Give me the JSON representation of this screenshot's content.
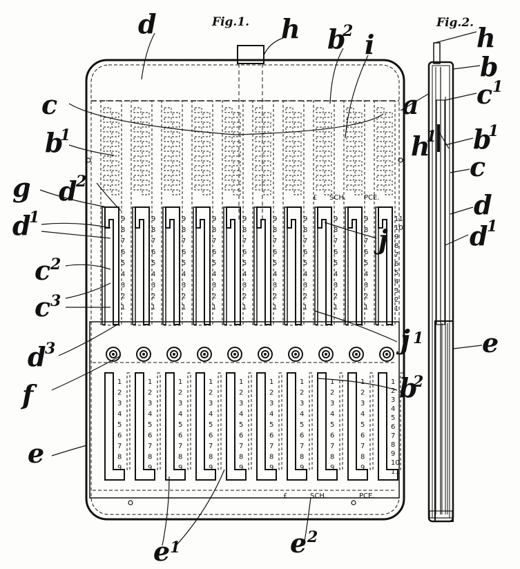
{
  "figures": {
    "fig1_title": "Fig.1.",
    "fig2_title": "Fig.2."
  },
  "labels": {
    "d": "d",
    "h": "h",
    "b2": "b",
    "i": "i",
    "c": "c",
    "b1": "b",
    "g": "g",
    "d2": "d",
    "d1": "d",
    "c2": "c",
    "c3": "c",
    "d3": "d",
    "f": "f",
    "e": "e",
    "j": "j",
    "j1": "j",
    "b2_lower": "b",
    "e1": "e",
    "e2": "e",
    "fig2_h": "h",
    "fig2_b": "b",
    "fig2_a": "a",
    "fig2_c1": "c",
    "fig2_b1": "b",
    "fig2_h1": "h",
    "fig2_c": "c",
    "fig2_d": "d",
    "fig2_d1": "d",
    "fig2_e": "e"
  },
  "superscripts": {
    "b2": "2",
    "b1": "1",
    "d2": "2",
    "d1": "1",
    "c2": "2",
    "c3": "3",
    "d3": "3",
    "j1": "1",
    "b2_lower": "2",
    "e1": "1",
    "e2": "2",
    "fig2_c1": "1",
    "fig2_b1": "1",
    "fig2_h1": "1",
    "fig2_d1": "1"
  },
  "column_heads": {
    "col7": "£",
    "col8": "SCH.",
    "col9": "PCE."
  },
  "bottom_plate": {
    "left": "£",
    "mid": "SCH.",
    "right": "PCE."
  },
  "upper_scale": [
    "9",
    "8",
    "7",
    "6",
    "5",
    "4",
    "3",
    "2",
    "1"
  ],
  "upper_scale_pce": [
    "11",
    "10",
    "9",
    "8",
    "7",
    "6",
    "5",
    "4",
    "3",
    "2",
    "1"
  ],
  "lower_scale": [
    "1",
    "2",
    "3",
    "4",
    "5",
    "6",
    "7",
    "8",
    "9"
  ],
  "lower_scale_pce": [
    "1",
    "2",
    "3",
    "4",
    "5",
    "6",
    "7",
    "8",
    "9",
    "10",
    "11"
  ]
}
